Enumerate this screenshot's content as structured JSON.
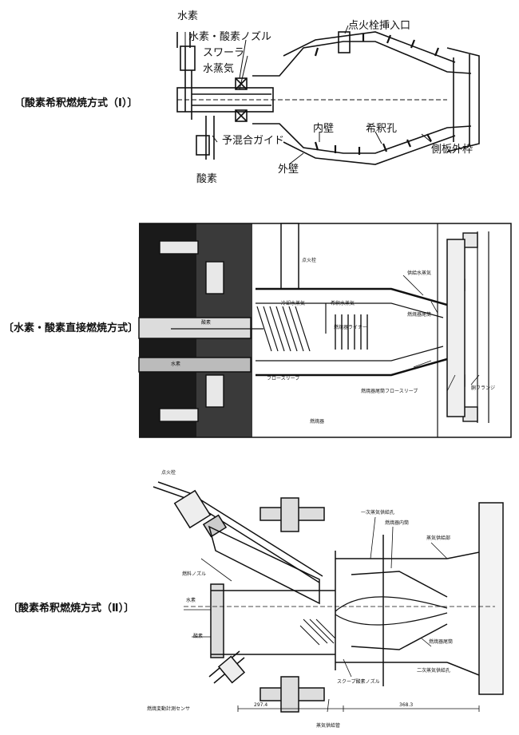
{
  "diagram1": {
    "side_label": "〔酸素希釈燃焼方式（Ⅰ）〕",
    "labels": {
      "hydrogen": "水素",
      "nozzle": "水素・酸素ノズル",
      "swirler": "スワーラ",
      "steam": "水蒸気",
      "igniter_port": "点火栓挿入口",
      "premix_guide": "予混合ガイド",
      "oxygen": "酸素",
      "inner_wall": "内壁",
      "dilution_hole": "希釈孔",
      "outer_frame": "側板外枠",
      "outer_wall": "外壁"
    }
  },
  "diagram2": {
    "side_label": "〔水素・酸素直接燃焼方式〕",
    "labels": {
      "igniter": "点火栓",
      "supply_steam": "供給水蒸気",
      "cooling_steam": "冷却水蒸気",
      "dilution_steam": "希釈水蒸気",
      "tail_pipe": "燃焼器尾筒",
      "oxygen": "酸素",
      "liner": "燃焼器ライナー",
      "hydrogen": "水素",
      "flow_sleeve": "フロースリーブ",
      "tail_flow_sleeve": "燃焼器尾筒フロースリーブ",
      "flange": "胴フランジ",
      "combustor": "燃焼器"
    }
  },
  "diagram3": {
    "side_label": "〔酸素希釈燃焼方式（Ⅱ）〕",
    "labels": {
      "igniter": "点火栓",
      "primary_hole": "一次蒸気供給孔",
      "liner_inner": "燃焼器内筒",
      "steam_supply_part": "蒸気供給部",
      "fuel_nozzle": "燃料ノズル",
      "hydrogen": "水素",
      "oxygen": "酸素",
      "tail_pipe": "燃焼器尾筒",
      "secondary_hole": "二次蒸気供給孔",
      "scoop_nozzle": "スクープ酸素ノズル",
      "dynamic_sensor": "燃焼変動計測センサ",
      "supply_pipe": "蒸気供給管",
      "dim1": "297.4",
      "dim2": "368.3"
    }
  }
}
